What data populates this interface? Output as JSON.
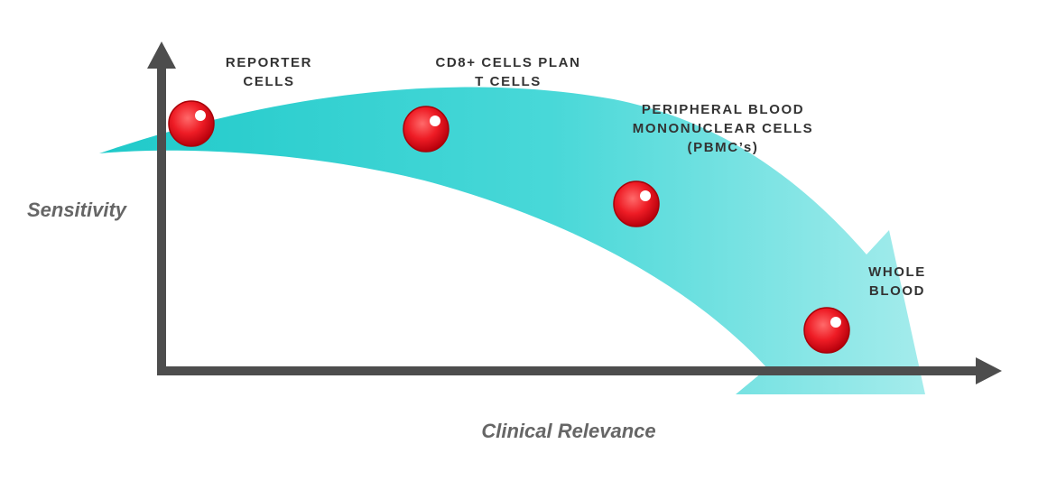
{
  "y_axis_label": "Sensitivity",
  "x_axis_label": "Clinical Relevance",
  "cells": [
    {
      "lines": [
        "REPORTER",
        "CELLS"
      ]
    },
    {
      "lines": [
        "CD8+ CELLS PLAN",
        "T CELLS"
      ]
    },
    {
      "lines": [
        "PERIPHERAL BLOOD",
        "MONONUCLEAR CELLS",
        "(PBMC’s)"
      ]
    },
    {
      "lines": [
        "WHOLE",
        "BLOOD"
      ]
    }
  ],
  "colors": {
    "axis": "#4d4d4d",
    "arrow_start": "#14c7c7",
    "arrow_end": "#9ae9e9",
    "cell": "#e0101c",
    "label": "#333333",
    "axis_label": "#666666"
  }
}
